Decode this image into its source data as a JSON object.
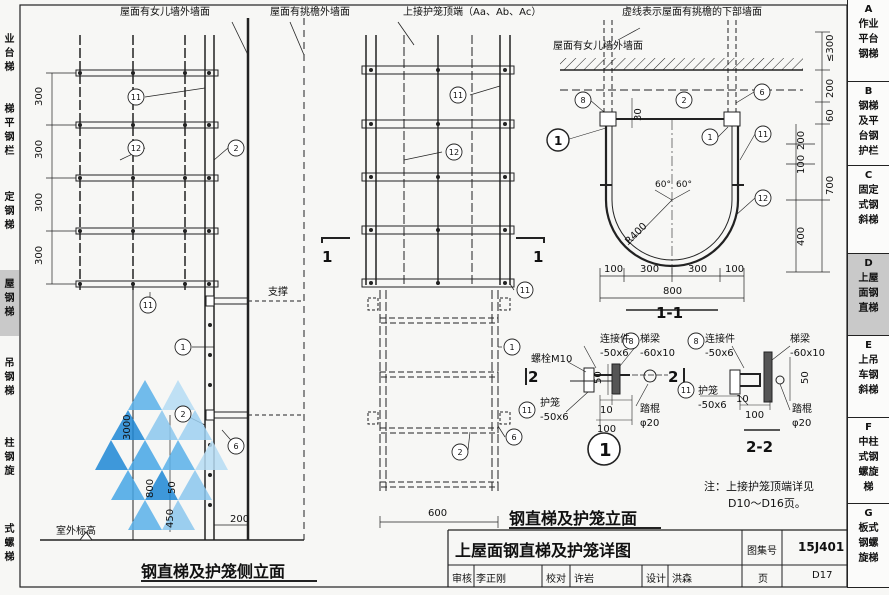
{
  "side_tabs": [
    {
      "key": "A",
      "lines": [
        "作业",
        "平台",
        "钢梯"
      ]
    },
    {
      "key": "B",
      "lines": [
        "钢梯",
        "及平",
        "台钢",
        "护栏"
      ]
    },
    {
      "key": "C",
      "lines": [
        "固定",
        "式钢",
        "斜梯"
      ]
    },
    {
      "key": "D",
      "lines": [
        "上屋",
        "面钢",
        "直梯"
      ],
      "active": true
    },
    {
      "key": "E",
      "lines": [
        "上吊",
        "车钢",
        "斜梯"
      ]
    },
    {
      "key": "F",
      "lines": [
        "中柱",
        "式钢",
        "螺旋",
        "梯"
      ]
    },
    {
      "key": "G",
      "lines": [
        "板式",
        "钢螺",
        "旋梯"
      ]
    }
  ],
  "left_tabs": [
    {
      "lines": [
        "业",
        "台",
        "梯"
      ]
    },
    {
      "lines": [
        "梯",
        "平",
        "钢",
        "栏"
      ]
    },
    {
      "lines": [
        "定",
        "钢",
        "梯"
      ]
    },
    {
      "lines": [
        "屋",
        "钢",
        "梯"
      ],
      "active": true
    },
    {
      "lines": [
        "吊",
        "钢",
        "梯"
      ]
    },
    {
      "lines": [
        "柱",
        "钢",
        "旋"
      ]
    },
    {
      "lines": [
        "式",
        "螺",
        "梯"
      ]
    }
  ],
  "labels": {
    "side_parapet": "屋面有女儿墙外墙面",
    "side_eave": "屋面有挑檐外墙面",
    "front_top": "上接护笼顶端（Aa、Ab、Ac）",
    "dashed_eave": "虚线表示屋面有挑檐的下部墙面",
    "sec_parapet": "屋面有女儿墙外墙面",
    "support": "支撑",
    "outdoor": "室外标高",
    "sec_mark": "1",
    "conn1": "连接件",
    "conn1_dim": "-50x6",
    "beam1": "梯梁",
    "beam1_dim": "-60x10",
    "bolt": "螺栓M10",
    "cage": "护笼",
    "cage_dim": "-50x6",
    "rung": "踏棍",
    "rung_dim": "φ20",
    "conn2": "连接件",
    "conn2_dim": "-50x6",
    "beam2": "梯梁",
    "beam2_dim": "-60x10",
    "cage2": "护笼",
    "cage2_dim": "-50x6",
    "rung2": "踏棍",
    "rung2_dim": "φ20",
    "weld": "6",
    "sec22_mark": "2",
    "section11": "1-1",
    "section22": "2-2",
    "detail1": "1",
    "r400": "R400",
    "ang60a": "60°",
    "ang60b": "60°"
  },
  "dims": {
    "side_300": [
      "300",
      "300",
      "300",
      "300"
    ],
    "side_3000": "3000",
    "side_800": "800",
    "side_50": "50",
    "side_450": "450",
    "side_200": "200",
    "front_600": "600",
    "sec_le300": "≤300",
    "sec_200": "200",
    "sec_60": "60",
    "sec_30": "30",
    "sec_200b": "200",
    "sec_100": "100",
    "sec_700": "700",
    "sec_400": "400",
    "sec_bottom": [
      "100",
      "300",
      "300",
      "100"
    ],
    "sec_800": "800",
    "d1_50": "50",
    "d1_10": "10",
    "d1_100": "100",
    "d2_50": "50",
    "d2_10": "10",
    "d2_100": "100"
  },
  "callouts": {
    "n1": "1",
    "n2": "2",
    "n6": "6",
    "n8": "8",
    "n11": "11",
    "n12": "12"
  },
  "note": {
    "l1": "注：上接护笼顶端详见",
    "l2": "D10～D16页。"
  },
  "view_titles": {
    "side": "钢直梯及护笼侧立面",
    "front": "钢直梯及护笼立面"
  },
  "title_block": {
    "title": "上屋面钢直梯及护笼详图",
    "atlas_label": "图集号",
    "atlas_no": "15J401",
    "review": "审核",
    "reviewer": "李正刚",
    "check": "校对",
    "checker": "许岩",
    "design": "设计",
    "designer": "洪森",
    "page_label": "页",
    "page_no": "D17"
  }
}
